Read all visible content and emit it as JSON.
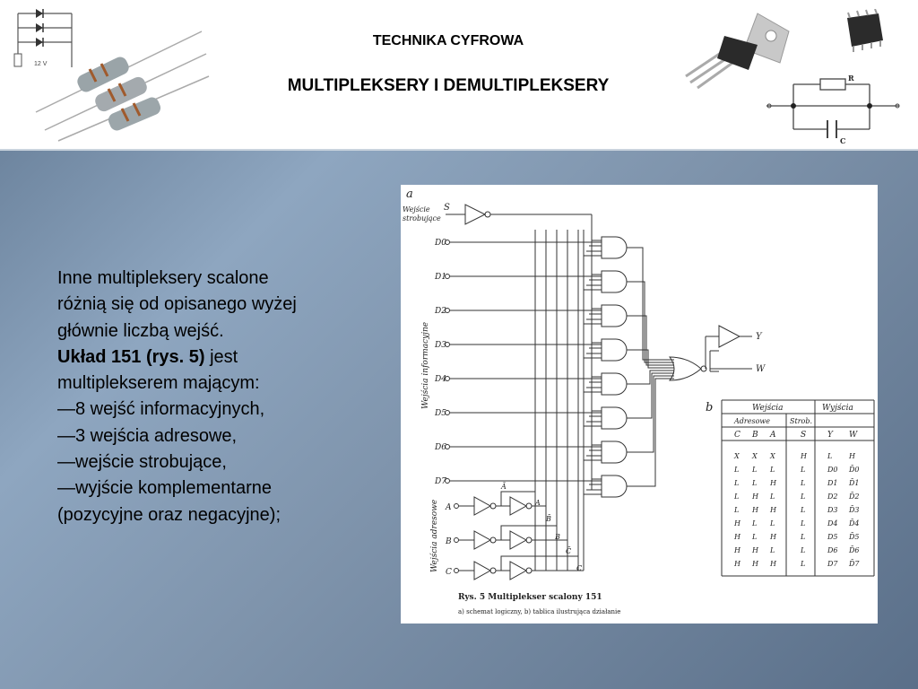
{
  "header": {
    "subtitle": "TECHNIKA CYFROWA",
    "title": "MULTIPLEKSERY I DEMULTIPLEKSERY",
    "diode_voltage_label": "12 V",
    "rc_label_r": "R",
    "rc_label_c": "C"
  },
  "body": {
    "line1": "Inne multipleksery scalone",
    "line2": "różnią się od opisanego wyżej",
    "line3": "głównie liczbą wejść.",
    "line4_bold": "Układ 151 (rys. 5)",
    "line4_rest": " jest",
    "line5": "multiplekserem mającym:",
    "line6": "—8 wejść informacyjnych,",
    "line7": "—3 wejścia adresowe,",
    "line8": "—wejście strobujące,",
    "line9": "—wyjście komplementarne",
    "line10": "(pozycyjne oraz negacyjne);"
  },
  "figure": {
    "label_a": "a",
    "label_b": "b",
    "strobe_pin": "S",
    "strobe_label_1": "Wejście",
    "strobe_label_2": "strobujące",
    "info_label": "Wejścia informacyjne",
    "address_label": "Wejścia adresowe",
    "data_inputs": [
      "D0",
      "D1",
      "D2",
      "D3",
      "D4",
      "D5",
      "D6",
      "D7"
    ],
    "address_inputs": [
      "A",
      "B",
      "C"
    ],
    "address_taps": [
      "Ā",
      "A",
      "B̄",
      "B",
      "C̄",
      "C"
    ],
    "outputs": [
      "Y",
      "W"
    ],
    "caption_title": "Rys.  5    Multiplekser scalony 151",
    "caption_sub": "a) schemat logiczny, b) tablica ilustrująca działanie",
    "table": {
      "group_in": "Wejścia",
      "group_out": "Wyjścia",
      "sub_address": "Adresowe",
      "sub_strobe": "Strob.",
      "columns": [
        "C",
        "B",
        "A",
        "S",
        "Y",
        "W"
      ],
      "rows": [
        [
          "X",
          "X",
          "X",
          "H",
          "L",
          "H"
        ],
        [
          "L",
          "L",
          "L",
          "L",
          "D0",
          "D̄0"
        ],
        [
          "L",
          "L",
          "H",
          "L",
          "D1",
          "D̄1"
        ],
        [
          "L",
          "H",
          "L",
          "L",
          "D2",
          "D̄2"
        ],
        [
          "L",
          "H",
          "H",
          "L",
          "D3",
          "D̄3"
        ],
        [
          "H",
          "L",
          "L",
          "L",
          "D4",
          "D̄4"
        ],
        [
          "H",
          "L",
          "H",
          "L",
          "D5",
          "D̄5"
        ],
        [
          "H",
          "H",
          "L",
          "L",
          "D6",
          "D̄6"
        ],
        [
          "H",
          "H",
          "H",
          "L",
          "D7",
          "D̄7"
        ]
      ]
    }
  }
}
